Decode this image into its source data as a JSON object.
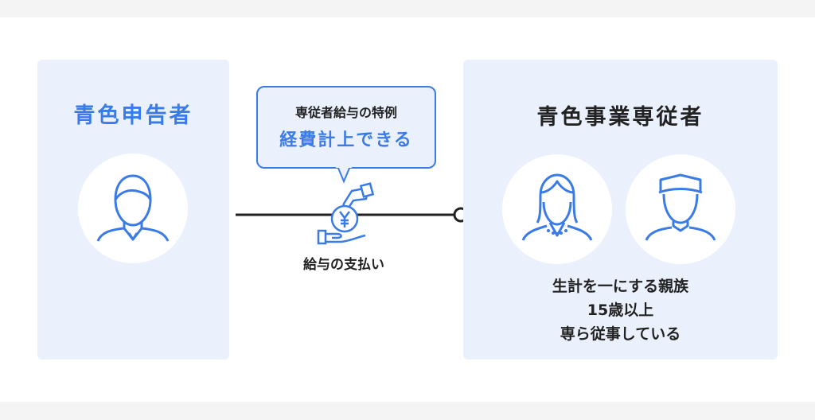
{
  "left": {
    "title": "青色申告者"
  },
  "bubble": {
    "line1": "専従者給与の特例",
    "line2": "経費計上できる"
  },
  "payment": {
    "label": "給与の支払い"
  },
  "right": {
    "title": "青色事業専従者",
    "conditions": [
      "生計を一にする親族",
      "15歳以上",
      "専ら従事している"
    ]
  },
  "colors": {
    "accent": "#3b7be8",
    "panel": "#eaf1fd"
  }
}
